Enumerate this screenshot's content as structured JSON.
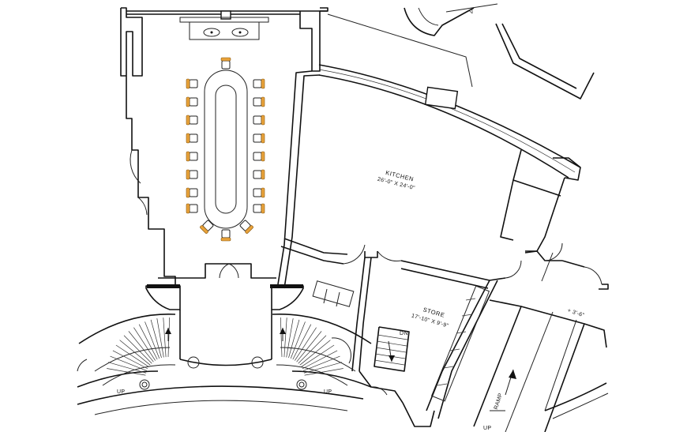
{
  "rooms": {
    "kitchen": {
      "name": "KITCHEN",
      "dims": "26'-0\" X 24'-0\""
    },
    "store": {
      "name": "STORE",
      "dims": "17'-10\" X 9'-9\""
    }
  },
  "stairs": {
    "left_up": "UP",
    "right_up": "UP",
    "service_dn": "DN",
    "bottom_up": "UP"
  },
  "ramp_label": "RAMP",
  "level_note": "+ 3'-6\"",
  "colors": {
    "chairs": "#e8a23a",
    "walls": "#111111"
  }
}
